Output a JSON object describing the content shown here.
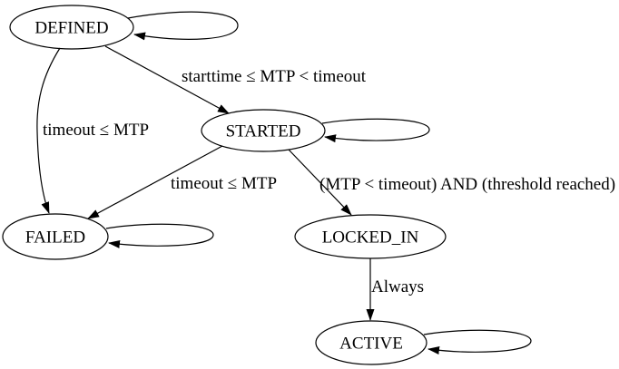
{
  "diagram": {
    "type": "state-machine",
    "background_color": "#ffffff",
    "stroke_color": "#000000",
    "text_color": "#000000",
    "nodes": [
      {
        "id": "DEFINED",
        "label": "DEFINED",
        "self_loop": true
      },
      {
        "id": "STARTED",
        "label": "STARTED",
        "self_loop": true
      },
      {
        "id": "FAILED",
        "label": "FAILED",
        "self_loop": true
      },
      {
        "id": "LOCKED_IN",
        "label": "LOCKED_IN",
        "self_loop": false
      },
      {
        "id": "ACTIVE",
        "label": "ACTIVE",
        "self_loop": true
      }
    ],
    "edges": [
      {
        "from": "DEFINED",
        "to": "STARTED",
        "label": "starttime ≤ MTP < timeout"
      },
      {
        "from": "DEFINED",
        "to": "FAILED",
        "label": "timeout ≤ MTP"
      },
      {
        "from": "STARTED",
        "to": "FAILED",
        "label": "timeout ≤ MTP"
      },
      {
        "from": "STARTED",
        "to": "LOCKED_IN",
        "label": "(MTP < timeout) AND (threshold reached)"
      },
      {
        "from": "LOCKED_IN",
        "to": "ACTIVE",
        "label": "Always"
      }
    ]
  }
}
